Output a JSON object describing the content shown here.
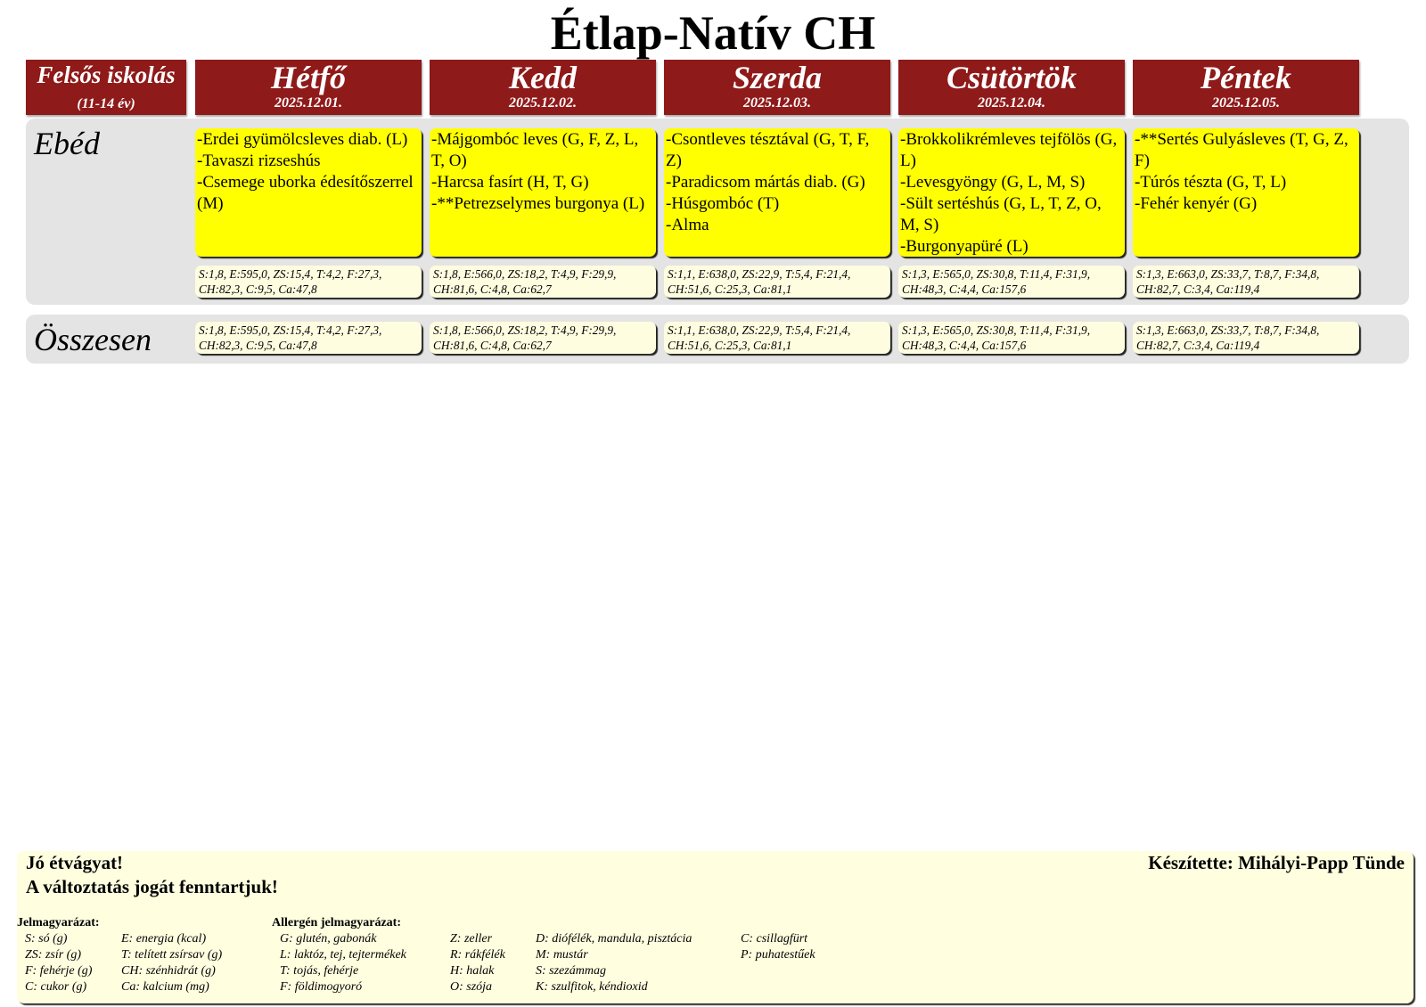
{
  "title": "Étlap-Natív CH",
  "group": {
    "name": "Felsős iskolás",
    "age": "(11-14 év)"
  },
  "days": [
    {
      "name": "Hétfő",
      "date": "2025.12.01.",
      "lunch": [
        "-Erdei gyümölcsleves diab. (L)",
        "-Tavaszi rizseshús",
        "-Csemege uborka édesítőszerrel (M)"
      ],
      "nutrition": [
        "S:1,8, E:595,0, ZS:15,4, T:4,2, F:27,3,",
        "CH:82,3, C:9,5, Ca:47,8"
      ],
      "total": [
        "S:1,8, E:595,0, ZS:15,4, T:4,2, F:27,3,",
        "CH:82,3, C:9,5, Ca:47,8"
      ]
    },
    {
      "name": "Kedd",
      "date": "2025.12.02.",
      "lunch": [
        "-Májgombóc leves (G, F, Z, L, T, O)",
        "-Harcsa fasírt (H, T, G)",
        "-**Petrezselymes burgonya (L)"
      ],
      "nutrition": [
        "S:1,8, E:566,0, ZS:18,2, T:4,9, F:29,9,",
        "CH:81,6, C:4,8, Ca:62,7"
      ],
      "total": [
        "S:1,8, E:566,0, ZS:18,2, T:4,9, F:29,9,",
        "CH:81,6, C:4,8, Ca:62,7"
      ]
    },
    {
      "name": "Szerda",
      "date": "2025.12.03.",
      "lunch": [
        "-Csontleves tésztával (G, T, F, Z)",
        "-Paradicsom mártás diab. (G)",
        "-Húsgombóc (T)",
        "-Alma"
      ],
      "nutrition": [
        "S:1,1, E:638,0, ZS:22,9, T:5,4, F:21,4,",
        "CH:51,6, C:25,3, Ca:81,1"
      ],
      "total": [
        "S:1,1, E:638,0, ZS:22,9, T:5,4, F:21,4,",
        "CH:51,6, C:25,3, Ca:81,1"
      ]
    },
    {
      "name": "Csütörtök",
      "date": "2025.12.04.",
      "lunch": [
        "-Brokkolikrémleves tejfölös (G, L)",
        "-Levesgyöngy (G, L, M, S)",
        "-Sült sertéshús (G, L, T, Z, O, M, S)",
        "-Burgonyapüré (L)"
      ],
      "nutrition": [
        "S:1,3, E:565,0, ZS:30,8, T:11,4, F:31,9,",
        "CH:48,3, C:4,4, Ca:157,6"
      ],
      "total": [
        "S:1,3, E:565,0, ZS:30,8, T:11,4, F:31,9,",
        "CH:48,3, C:4,4, Ca:157,6"
      ]
    },
    {
      "name": "Péntek",
      "date": "2025.12.05.",
      "lunch": [
        "-**Sertés Gulyásleves (T, G, Z, F)",
        "-Túrós tészta (G, T, L)",
        "-Fehér kenyér  (G)"
      ],
      "nutrition": [
        "S:1,3, E:663,0, ZS:33,7, T:8,7, F:34,8,",
        "CH:82,7, C:3,4, Ca:119,4"
      ],
      "total": [
        "S:1,3, E:663,0, ZS:33,7, T:8,7, F:34,8,",
        "CH:82,7, C:3,4, Ca:119,4"
      ]
    }
  ],
  "rows": {
    "lunch": "Ebéd",
    "total": "Összesen"
  },
  "footer": {
    "greeting": "Jó étvágyat!",
    "notice": "A változtatás jogát fenntartjuk!",
    "author": "Készítette: Mihályi-Papp Tünde",
    "legend_title": "Jelmagyarázat:",
    "legend_col1": [
      "S: só (g)",
      "ZS: zsír (g)",
      "F: fehérje (g)",
      "C: cukor (g)"
    ],
    "legend_col2": [
      "E: energia (kcal)",
      "T: telített zsírsav (g)",
      "CH: szénhidrát (g)",
      "Ca: kalcium (mg)"
    ],
    "allergen_title": "Allergén jelmagyarázat:",
    "allergen_col1": [
      "G: glutén, gabonák",
      "L: laktóz, tej, tejtermékek",
      "T: tojás, fehérje",
      "F: földimogyoró"
    ],
    "allergen_col2": [
      "Z: zeller",
      "R: rákfélék",
      "H: halak",
      "O: szója"
    ],
    "allergen_col3": [
      "D: diófélék, mandula, pisztácia",
      "M: mustár",
      "S: szezámmag",
      "K: szulfitok, kéndioxid"
    ],
    "allergen_col4": [
      "C: csillagfürt",
      "P: puhatestűek"
    ]
  }
}
